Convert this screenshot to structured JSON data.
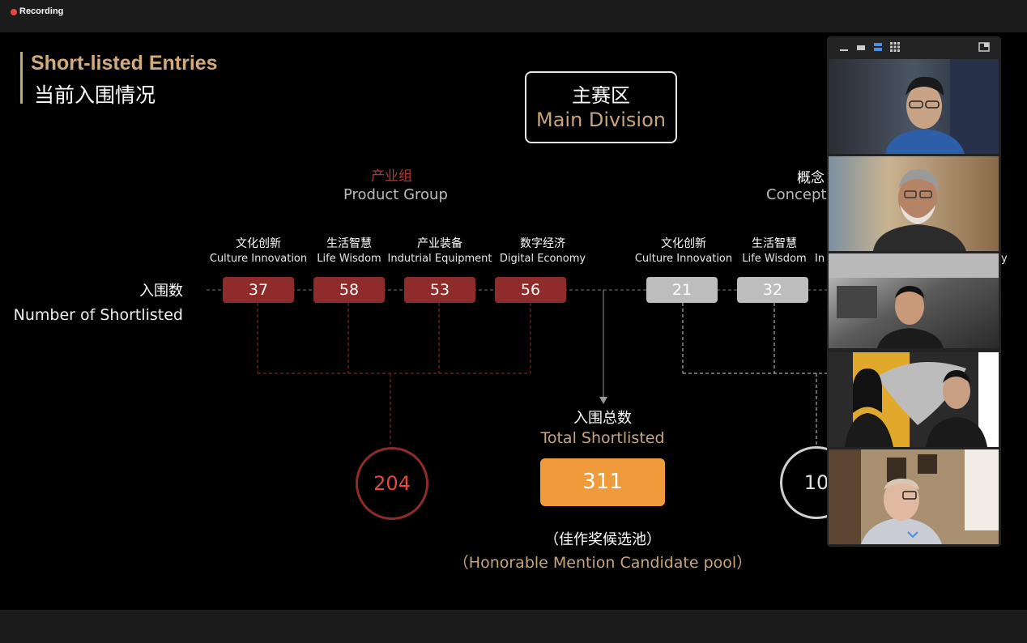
{
  "recording": {
    "label": "Recording",
    "dot_color": "#e8473f"
  },
  "slide": {
    "title_en": "Short-listed Entries",
    "title_cn": "当前入围情况",
    "division_cn": "主赛区",
    "division_en": "Main Division",
    "product_group": {
      "cn": "产业组",
      "en": "Product Group"
    },
    "concept_group": {
      "cn": "概念",
      "en": "Concept"
    },
    "row_label_cn": "入围数",
    "row_label_en": "Number of Shortlisted",
    "categories": [
      {
        "cn": "文化创新",
        "en": "Culture Innovation",
        "count": "37"
      },
      {
        "cn": "生活智慧",
        "en": "Life Wisdom",
        "count": "58"
      },
      {
        "cn": "产业装备",
        "en": "Indutrial Equipment",
        "count": "53"
      },
      {
        "cn": "数字经济",
        "en": "Digital Economy",
        "count": "56"
      },
      {
        "cn": "文化创新",
        "en": "Culture Innovation",
        "count": "21"
      },
      {
        "cn": "生活智慧",
        "en": "Life Wisdom",
        "count": "32"
      }
    ],
    "cut_off_en_1": "In",
    "cut_off_en_2": "y",
    "product_total": "204",
    "concept_total": "10",
    "total_cn": "入围总数",
    "total_en": "Total Shortlisted",
    "total_value": "311",
    "pool_cn": "（佳作奖候选池）",
    "pool_en": "（Honorable Mention Candidate pool）",
    "colors": {
      "accent_gold": "#c8a57a",
      "red": "#8e2c2b",
      "orange": "#ef9a3b",
      "grey": "#bdbdbd"
    }
  },
  "video_panel": {
    "participants": [
      {
        "name": "participant-1-icon"
      },
      {
        "name": "participant-2-icon"
      },
      {
        "name": "participant-3-icon"
      },
      {
        "name": "participant-4-icon",
        "active_speaker": true
      },
      {
        "name": "participant-5-icon"
      }
    ]
  }
}
